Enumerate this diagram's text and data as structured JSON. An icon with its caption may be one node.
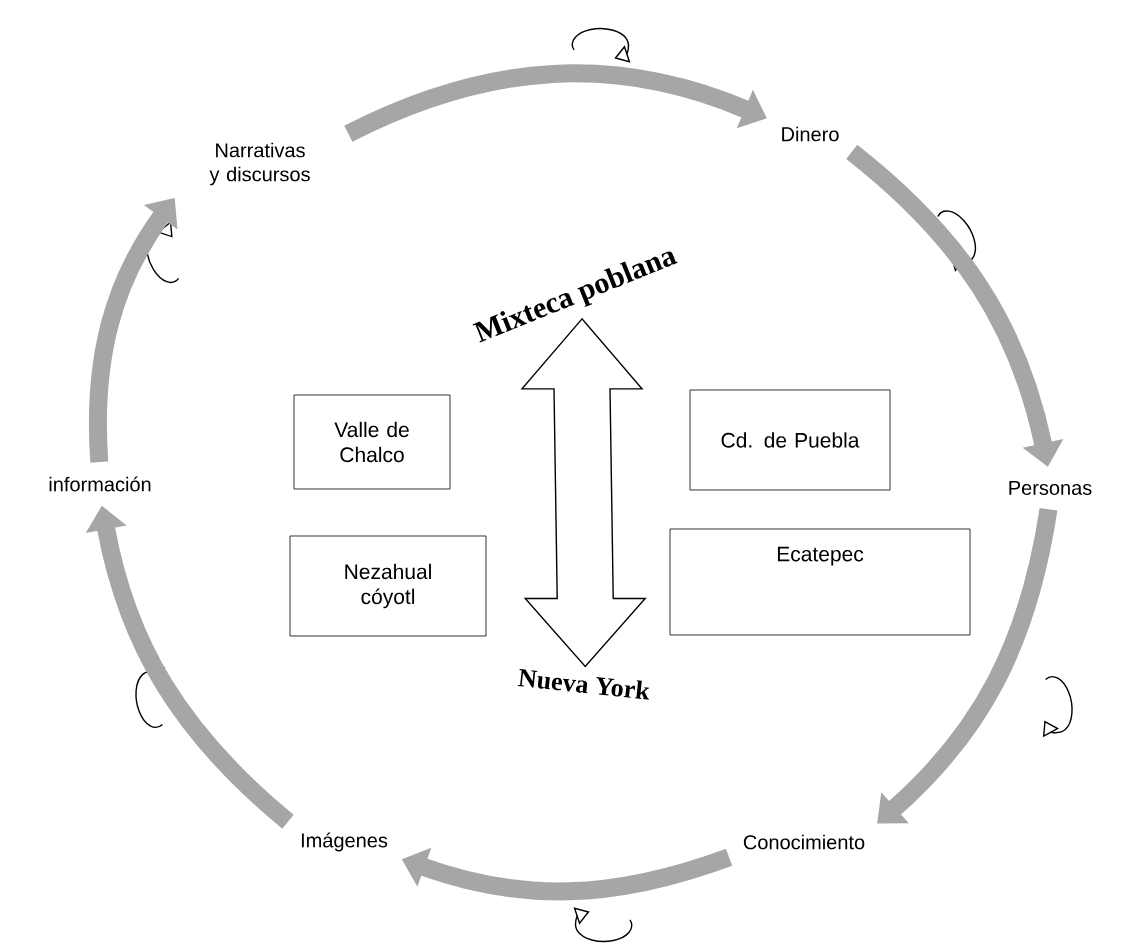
{
  "diagram": {
    "nodes": [
      {
        "text": [
          "Narrativas y discursos"
        ]
      },
      {
        "text": [
          "Dinero"
        ]
      },
      {
        "text": [
          "Mixteca poblana"
        ]
      },
      {
        "text": [
          "Valle de Chalco"
        ]
      },
      {
        "text": [
          "Cd. de Puebla"
        ]
      },
      {
        "text": [
          "información"
        ]
      },
      {
        "text": [
          "Personas"
        ]
      },
      {
        "text": [
          "Nezahual cóyotl"
        ]
      },
      {
        "text": [
          "Ecatepec"
        ]
      },
      {
        "text": [
          "Nueva York"
        ]
      },
      {
        "text": [
          "Imágenes"
        ]
      },
      {
        "text": [
          "Conocimiento"
        ]
      }
    ],
    "edges": [
      {
        "from": 0,
        "to": 1,
        "arrow": "to"
      },
      {
        "from": 1,
        "to": 6,
        "arrow": "to"
      },
      {
        "from": 6,
        "to": 11,
        "arrow": "to"
      },
      {
        "from": 11,
        "to": 10,
        "arrow": "to"
      },
      {
        "from": 10,
        "to": 5,
        "arrow": "to"
      },
      {
        "from": 5,
        "to": 0,
        "arrow": "to"
      },
      {
        "from": 2,
        "to": 9,
        "arrow": "both"
      }
    ]
  }
}
